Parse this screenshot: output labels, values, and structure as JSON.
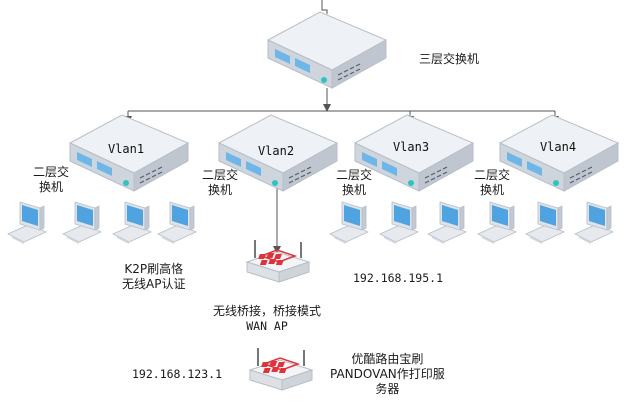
{
  "nodes": {
    "core_switch": {
      "label": "三层交换机"
    },
    "vlan_switches": [
      {
        "name": "Vlan1",
        "side_label_line1": "二层交",
        "side_label_line2": "换机"
      },
      {
        "name": "Vlan2",
        "side_label_line1": "二层交",
        "side_label_line2": "换机"
      },
      {
        "name": "Vlan3",
        "side_label_line1": "二层交",
        "side_label_line2": "换机"
      },
      {
        "name": "Vlan4",
        "side_label_line1": "二层交",
        "side_label_line2": "换机"
      }
    ],
    "router_k2p": {
      "label_line1": "K2P刷高恪",
      "label_line2": "无线AP认证",
      "caption_line1": "无线桥接，桥接模式",
      "caption_line2": "WAN AP"
    },
    "router_youku": {
      "ip": "192.168.123.1",
      "label_line1": "优酷路由宝刷",
      "label_line2": "PANDOVAN作打印服",
      "label_line3": "务器"
    },
    "vlan3_subnet": {
      "ip": "192.168.195.1"
    }
  },
  "colors": {
    "switch_top": "#eef1f5",
    "switch_left": "#c9d0d9",
    "switch_front": "#d8dde4",
    "port_blue": "#6fb6e8",
    "led_teal": "#2ec4c0",
    "router_red": "#e0323a",
    "line": "#555555"
  }
}
